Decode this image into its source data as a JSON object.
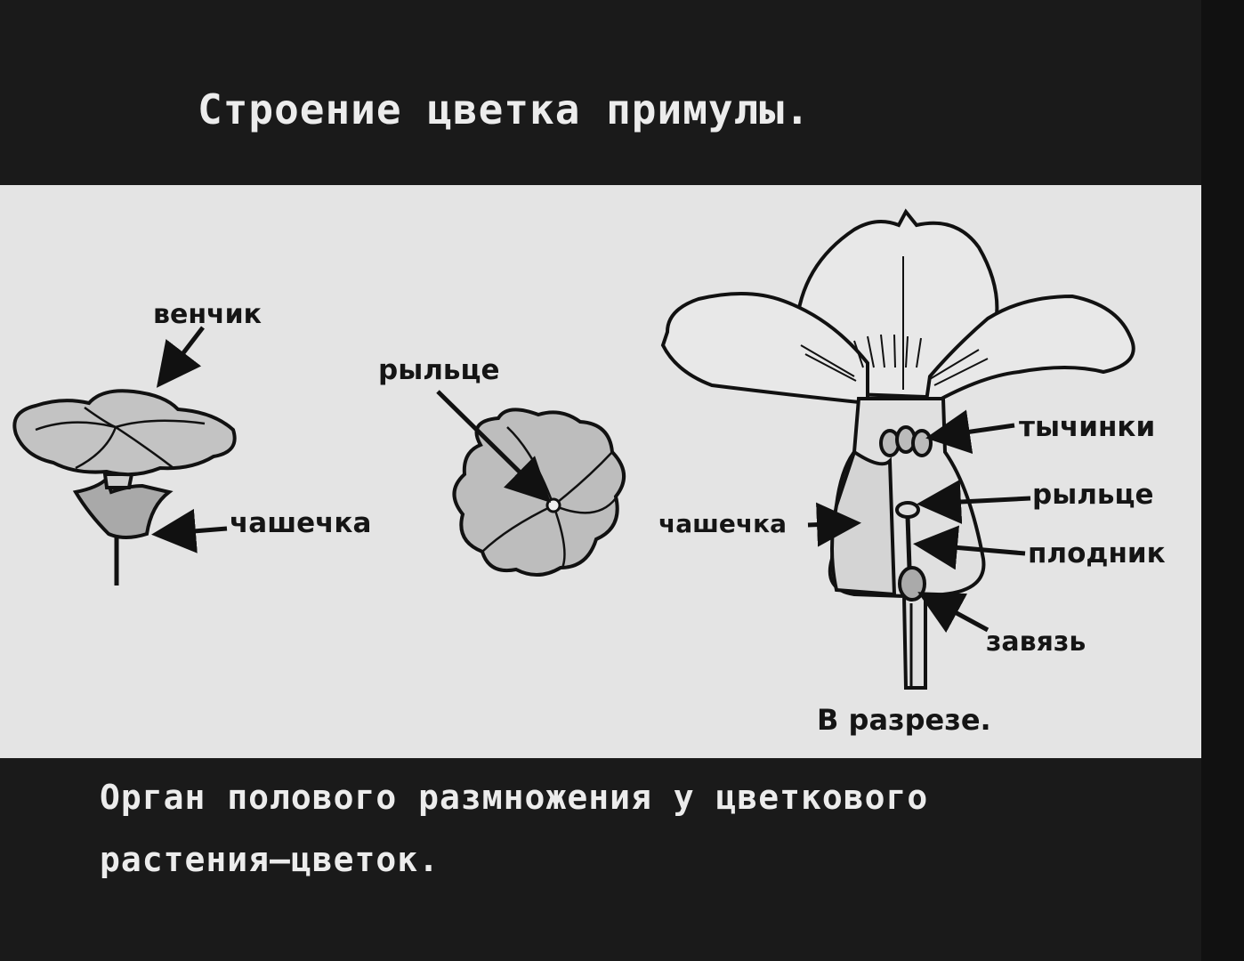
{
  "title": "Строение цветка примулы.",
  "labels": {
    "corolla": "венчик",
    "calyx_left": "чашечка",
    "stigma_top": "рыльце",
    "stamens": "тычинки",
    "stigma_right": "рыльце",
    "calyx_right": "чашечка",
    "pistil": "плодник",
    "ovary": "завязь",
    "section": "В разрезе."
  },
  "caption": {
    "line1": "Орган полового размножения у цветкового",
    "line2": "растения—цветок."
  }
}
